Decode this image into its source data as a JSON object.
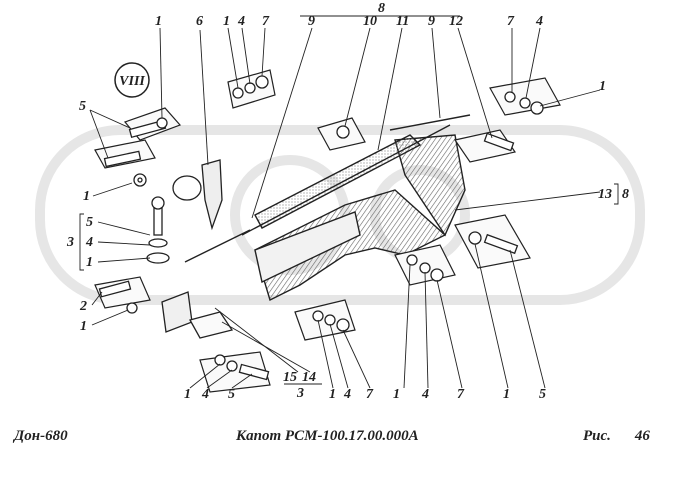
{
  "diagram": {
    "view_mark": "VIII",
    "callouts": {
      "c_top8": "8",
      "c9a": "9",
      "c10": "10",
      "c11": "11",
      "c9b": "9",
      "c12": "12",
      "c1a": "1",
      "c6": "6",
      "c1b": "1",
      "c4a": "4",
      "c7a": "7",
      "c7b": "7",
      "c4b": "4",
      "c1c": "1",
      "c5a": "5",
      "c1d": "1",
      "c5b": "5",
      "c3": "3",
      "c4c": "4",
      "c1e": "1",
      "c2": "2",
      "c1f": "1",
      "c13": "13",
      "c8r": "8",
      "c1g": "1",
      "c4d": "4",
      "c5c": "5",
      "c15": "15",
      "c14": "14",
      "c3b": "3",
      "c1h": "1",
      "c4e": "4",
      "c7c": "7",
      "c1i": "1",
      "c4f": "4",
      "c7d": "7",
      "c1j": "1",
      "c5d": "5"
    }
  },
  "footer": {
    "left": "Дон-680",
    "center": "Капот РСМ-100.17.00.000А",
    "fig_label": "Рис.",
    "fig_number": "46"
  },
  "colors": {
    "ink": "#222222",
    "hatch": "#555555",
    "watermark": "#e6e6e6"
  }
}
